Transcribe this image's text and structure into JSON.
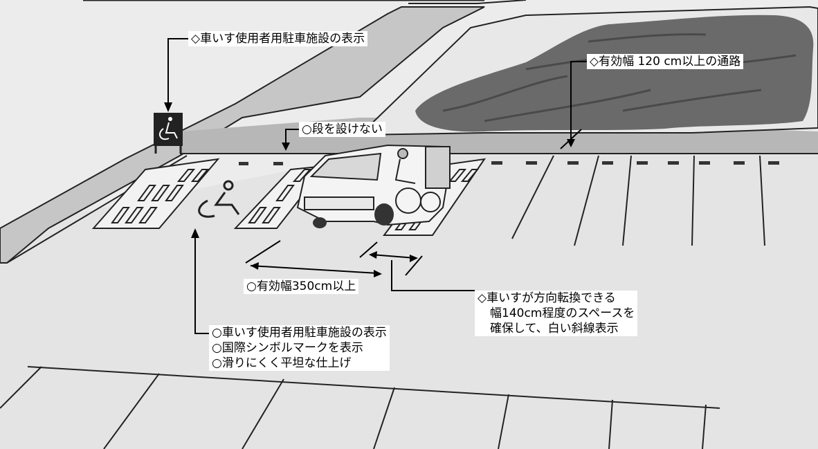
{
  "labels": {
    "sign_display": "◇車いす使用者用駐車施設の表示",
    "no_step": "○段を設けない",
    "passage_width": "◇有効幅 120 cm以上の通路",
    "effective_width": "○有効幅350cm以上",
    "turn_space": [
      "◇車いすが方向転換できる",
      "幅140cm程度のスペースを",
      "確保して、白い斜線表示"
    ],
    "facility": [
      "○車いす使用者用駐車施設の表示",
      "○国際シンボルマークを表示",
      "○滑りにくく平坦な仕上げ"
    ]
  },
  "icons": {
    "sign": "wheelchair-sign-icon",
    "ground_symbol": "wheelchair-symbol-icon"
  },
  "colors": {
    "ground": "#e6e6e6",
    "walkway": "#b5b5b5",
    "planting": "#6e6e6e",
    "line": "#1a1a1a"
  }
}
